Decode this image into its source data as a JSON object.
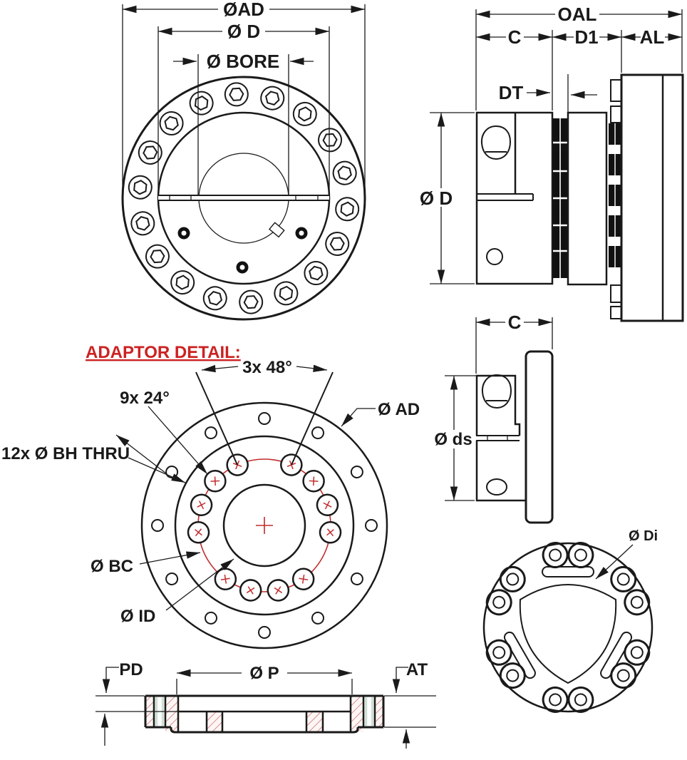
{
  "drawing": {
    "type": "coupling engineering drawing",
    "accent_red": "#cc2222",
    "hatch_color": "#c76f6f",
    "gasket_green": "#cfe0d6",
    "front_view": {
      "labels": {
        "diameter_ad": "ØAD",
        "diameter_d": "Ø D",
        "diameter_bore": "Ø BORE"
      },
      "bolt_count": 18,
      "small_hole_count": 3
    },
    "side_view": {
      "labels": {
        "oal": "OAL",
        "c": "C",
        "d1": "D1",
        "al": "AL",
        "dt": "DT",
        "diameter_d": "Ø D"
      }
    },
    "hub_side_view": {
      "labels": {
        "c": "C",
        "diameter_ds": "Ø ds"
      }
    },
    "adaptor_detail_view": {
      "title": "ADAPTOR DETAIL:",
      "labels": {
        "angle_3x": "3x 48°",
        "angle_9x": "9x 24°",
        "bolt_holes": "12x Ø BH THRU",
        "diameter_ad": "Ø AD",
        "diameter_bc": "Ø BC",
        "diameter_id": "Ø ID"
      },
      "bolt_circle_hole_count": 12,
      "outer_hole_count": 12
    },
    "element_view": {
      "labels": {
        "diameter_di": "Ø Di"
      },
      "bushing_count": 12
    },
    "section_view": {
      "labels": {
        "pd": "PD",
        "diameter_p": "Ø P",
        "at": "AT"
      }
    }
  }
}
